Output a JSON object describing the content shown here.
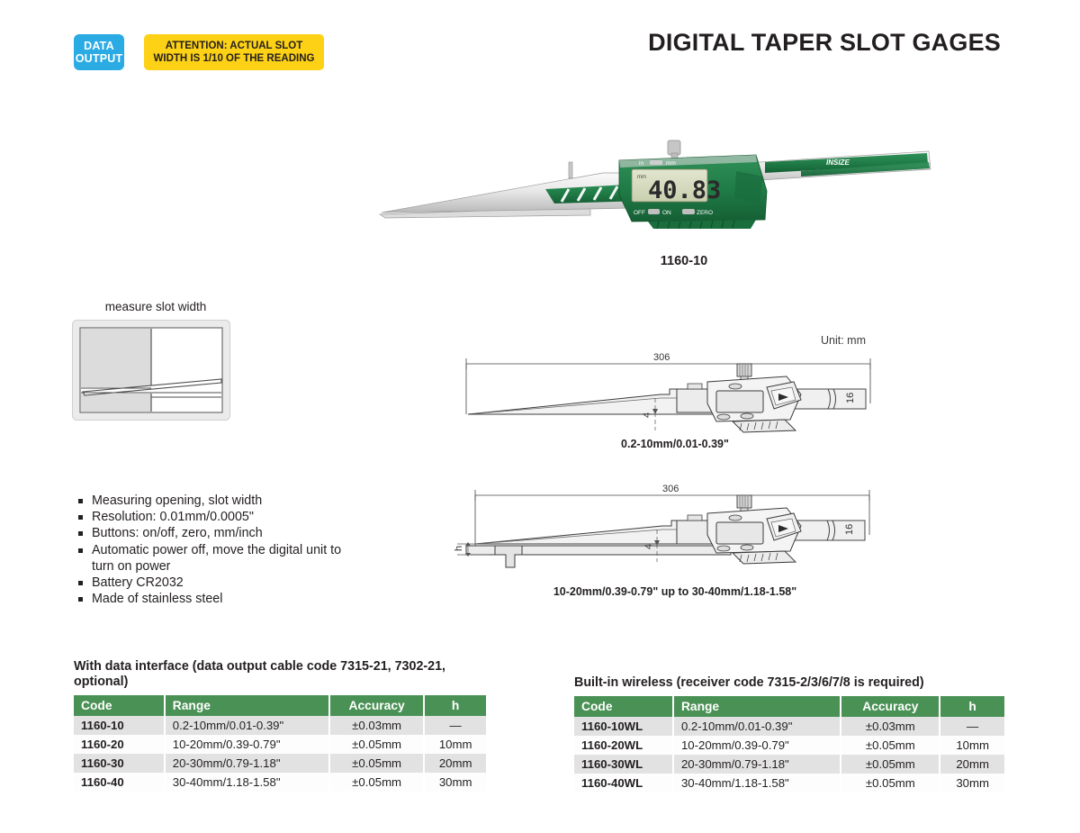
{
  "header": {
    "data_badge_line1": "DATA",
    "data_badge_line2": "OUTPUT",
    "data_badge_color": "#2babe3",
    "attention_line1": "ATTENTION: ACTUAL SLOT",
    "attention_line2": "WIDTH IS 1/10 OF THE READING",
    "attention_color": "#fcd116",
    "title": "DIGITAL TAPER SLOT GAGES"
  },
  "product_photo": {
    "model_label": "1160-10",
    "brand": "INSIZE",
    "display_value": "40.83",
    "unit_in": "in",
    "unit_mm": "mm",
    "btn_off": "OFF",
    "btn_on": "ON",
    "btn_zero": "ZERO",
    "body_color": "#1f7a45",
    "accent_color": "#2e8b52"
  },
  "slot_diagram": {
    "caption": "measure slot width"
  },
  "features": [
    "Measuring opening, slot width",
    "Resolution: 0.01mm/0.0005\"",
    "Buttons: on/off, zero, mm/inch",
    "Automatic power off, move the digital unit to turn on power",
    "Battery CR2032",
    "Made of stainless steel"
  ],
  "drawings": {
    "unit_label": "Unit: mm",
    "first": {
      "length": "306",
      "width": "16",
      "thickness": "4",
      "caption": "0.2-10mm/0.01-0.39\""
    },
    "second": {
      "length": "306",
      "width": "16",
      "thickness": "4",
      "height_symbol": "h",
      "caption": "10-20mm/0.39-0.79\" up to 30-40mm/1.18-1.58\""
    }
  },
  "tables": {
    "header_color": "#4a9155",
    "left": {
      "title": "With data interface (data output cable code 7315-21, 7302-21, optional)",
      "columns": [
        "Code",
        "Range",
        "Accuracy",
        "h"
      ],
      "rows": [
        [
          "1160-10",
          "0.2-10mm/0.01-0.39\"",
          "±0.03mm",
          "—"
        ],
        [
          "1160-20",
          "10-20mm/0.39-0.79\"",
          "±0.05mm",
          "10mm"
        ],
        [
          "1160-30",
          "20-30mm/0.79-1.18\"",
          "±0.05mm",
          "20mm"
        ],
        [
          "1160-40",
          "30-40mm/1.18-1.58\"",
          "±0.05mm",
          "30mm"
        ]
      ]
    },
    "right": {
      "title": "Built-in wireless (receiver code 7315-2/3/6/7/8 is required)",
      "columns": [
        "Code",
        "Range",
        "Accuracy",
        "h"
      ],
      "rows": [
        [
          "1160-10WL",
          "0.2-10mm/0.01-0.39\"",
          "±0.03mm",
          "—"
        ],
        [
          "1160-20WL",
          "10-20mm/0.39-0.79\"",
          "±0.05mm",
          "10mm"
        ],
        [
          "1160-30WL",
          "20-30mm/0.79-1.18\"",
          "±0.05mm",
          "20mm"
        ],
        [
          "1160-40WL",
          "30-40mm/1.18-1.58\"",
          "±0.05mm",
          "30mm"
        ]
      ]
    }
  }
}
